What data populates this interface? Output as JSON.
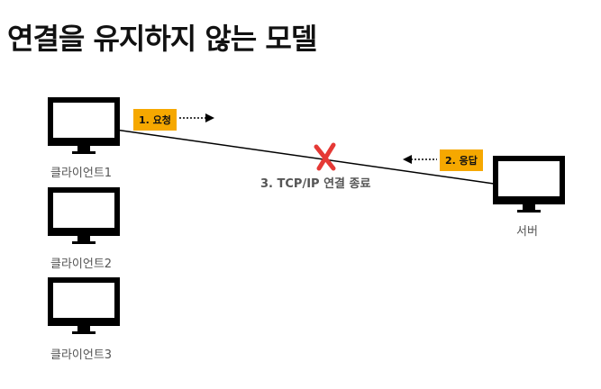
{
  "title": "연결을 유지하지 않는 모델",
  "clients": [
    {
      "label": "클라이언트1"
    },
    {
      "label": "클라이언트2"
    },
    {
      "label": "클라이언트3"
    }
  ],
  "server": {
    "label": "서버"
  },
  "request_tag": "1. 요청",
  "response_tag": "2. 응답",
  "disconnect_text": "3. TCP/IP 연결 종료",
  "colors": {
    "tag": "#f6a800",
    "cross": "#e53935",
    "line": "#000000"
  }
}
